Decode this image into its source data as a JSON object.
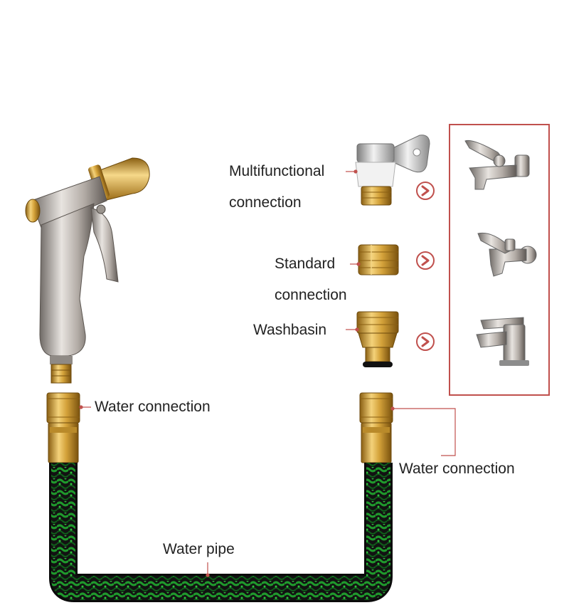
{
  "labels": {
    "multifunctional_line1": "Multifunctional",
    "multifunctional_line2": "connection",
    "standard_line1": "Standard",
    "standard_line2": "connection",
    "washbasin": "Washbasin",
    "water_connection_left": "Water connection",
    "water_connection_right": "Water connection",
    "water_pipe": "Water pipe"
  },
  "icons": {
    "spray_gun": "spray-gun-icon",
    "multifunctional_adapter": "multifunctional-adapter-icon",
    "standard_adapter": "standard-adapter-icon",
    "washbasin_adapter": "washbasin-adapter-icon",
    "wall_tap": "wall-tap-icon",
    "bib_tap": "bib-tap-icon",
    "basin_faucet": "basin-faucet-icon",
    "arrow": "chevron-right-icon",
    "hose": "hose-icon"
  },
  "colors": {
    "leader_line": "#c0504d",
    "panel_border": "#c0504d",
    "brass": "#d4a23a",
    "hose_black": "#111111",
    "hose_green": "#1f9a2c",
    "chrome": "#b8b8b8"
  }
}
